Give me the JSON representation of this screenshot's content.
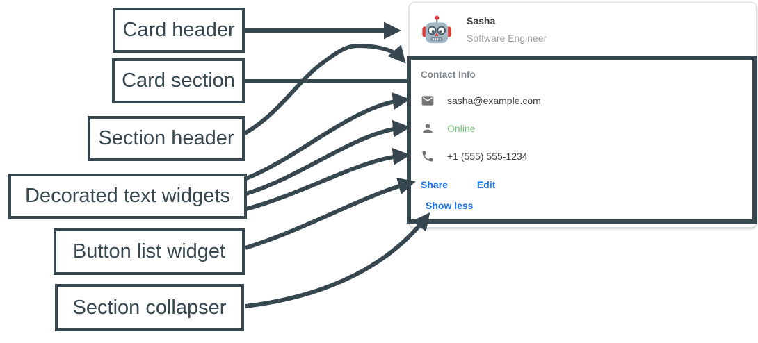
{
  "colors": {
    "annotation": "#37474f",
    "card_border": "#dadce0",
    "text_dark": "#3c4043",
    "text_gray": "#9aa0a6",
    "section_title_gray": "#80868b",
    "icon_gray": "#757575",
    "link_blue": "#1a73e8",
    "online_green": "#78c57f"
  },
  "annotations": [
    {
      "text": "Card header"
    },
    {
      "text": "Card section"
    },
    {
      "text": "Section header"
    },
    {
      "text": "Decorated text widgets"
    },
    {
      "text": "Button list widget"
    },
    {
      "text": "Section collapser"
    }
  ],
  "card": {
    "header": {
      "avatar_icon": "robot-avatar",
      "name": "Sasha",
      "role": "Software Engineer"
    },
    "section": {
      "title": "Contact Info",
      "rows": [
        {
          "icon": "mail-icon",
          "text": "sasha@example.com",
          "color": "#3c4043"
        },
        {
          "icon": "person-icon",
          "text": "Online",
          "color": "#78c57f"
        },
        {
          "icon": "phone-icon",
          "text": "+1 (555) 555-1234",
          "color": "#3c4043"
        }
      ],
      "buttons": [
        {
          "label": "Share"
        },
        {
          "label": "Edit"
        }
      ],
      "collapser": "Show less"
    }
  }
}
